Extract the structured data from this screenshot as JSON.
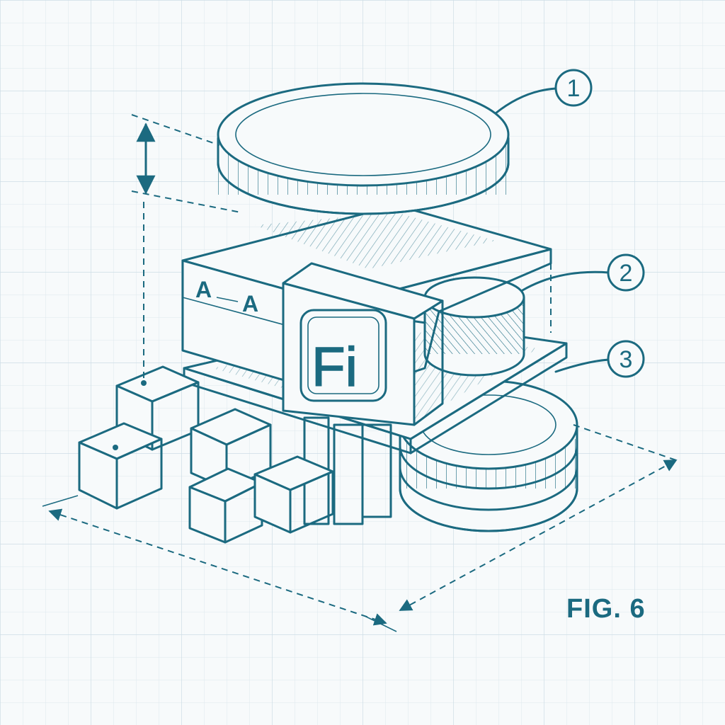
{
  "figure": {
    "label": "FIG. 6"
  },
  "callouts": [
    {
      "number": "1"
    },
    {
      "number": "2"
    },
    {
      "number": "3"
    }
  ],
  "section_markers": {
    "left": "A",
    "right": "A"
  },
  "logo": {
    "text": "Fi"
  },
  "colors": {
    "ink": "#1b6a80",
    "paper": "#f7fafb",
    "grid": "#d5e3ea"
  }
}
